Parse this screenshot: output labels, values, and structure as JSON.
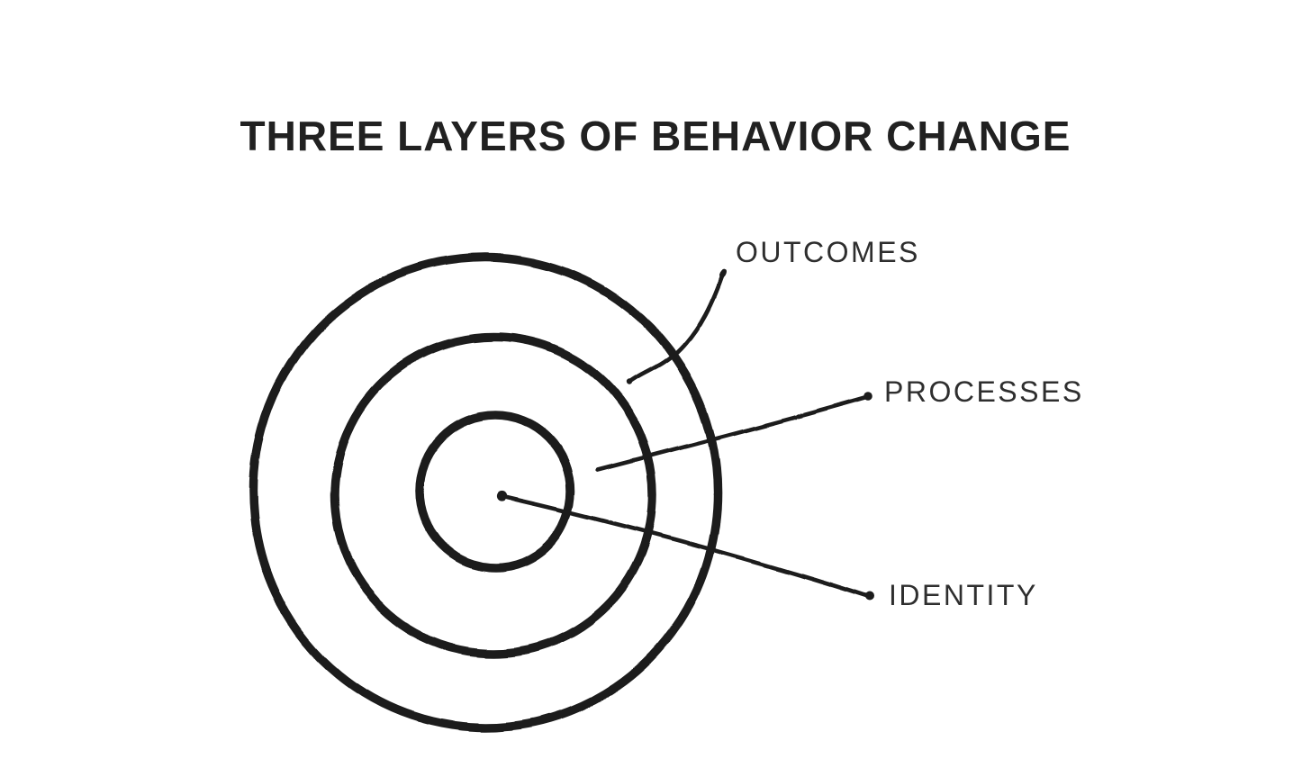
{
  "page": {
    "background_color": "#ffffff"
  },
  "title": {
    "text": "THREE LAYERS OF BEHAVIOR CHANGE",
    "color": "#212121"
  },
  "diagram": {
    "type": "concentric-rings",
    "style": "hand-drawn",
    "ink_color": "#1d1d1d",
    "label_color": "#2e2e2e",
    "rings": [
      {
        "position": "outer",
        "label": "OUTCOMES"
      },
      {
        "position": "middle",
        "label": "PROCESSES"
      },
      {
        "position": "inner",
        "label": "IDENTITY"
      }
    ]
  }
}
